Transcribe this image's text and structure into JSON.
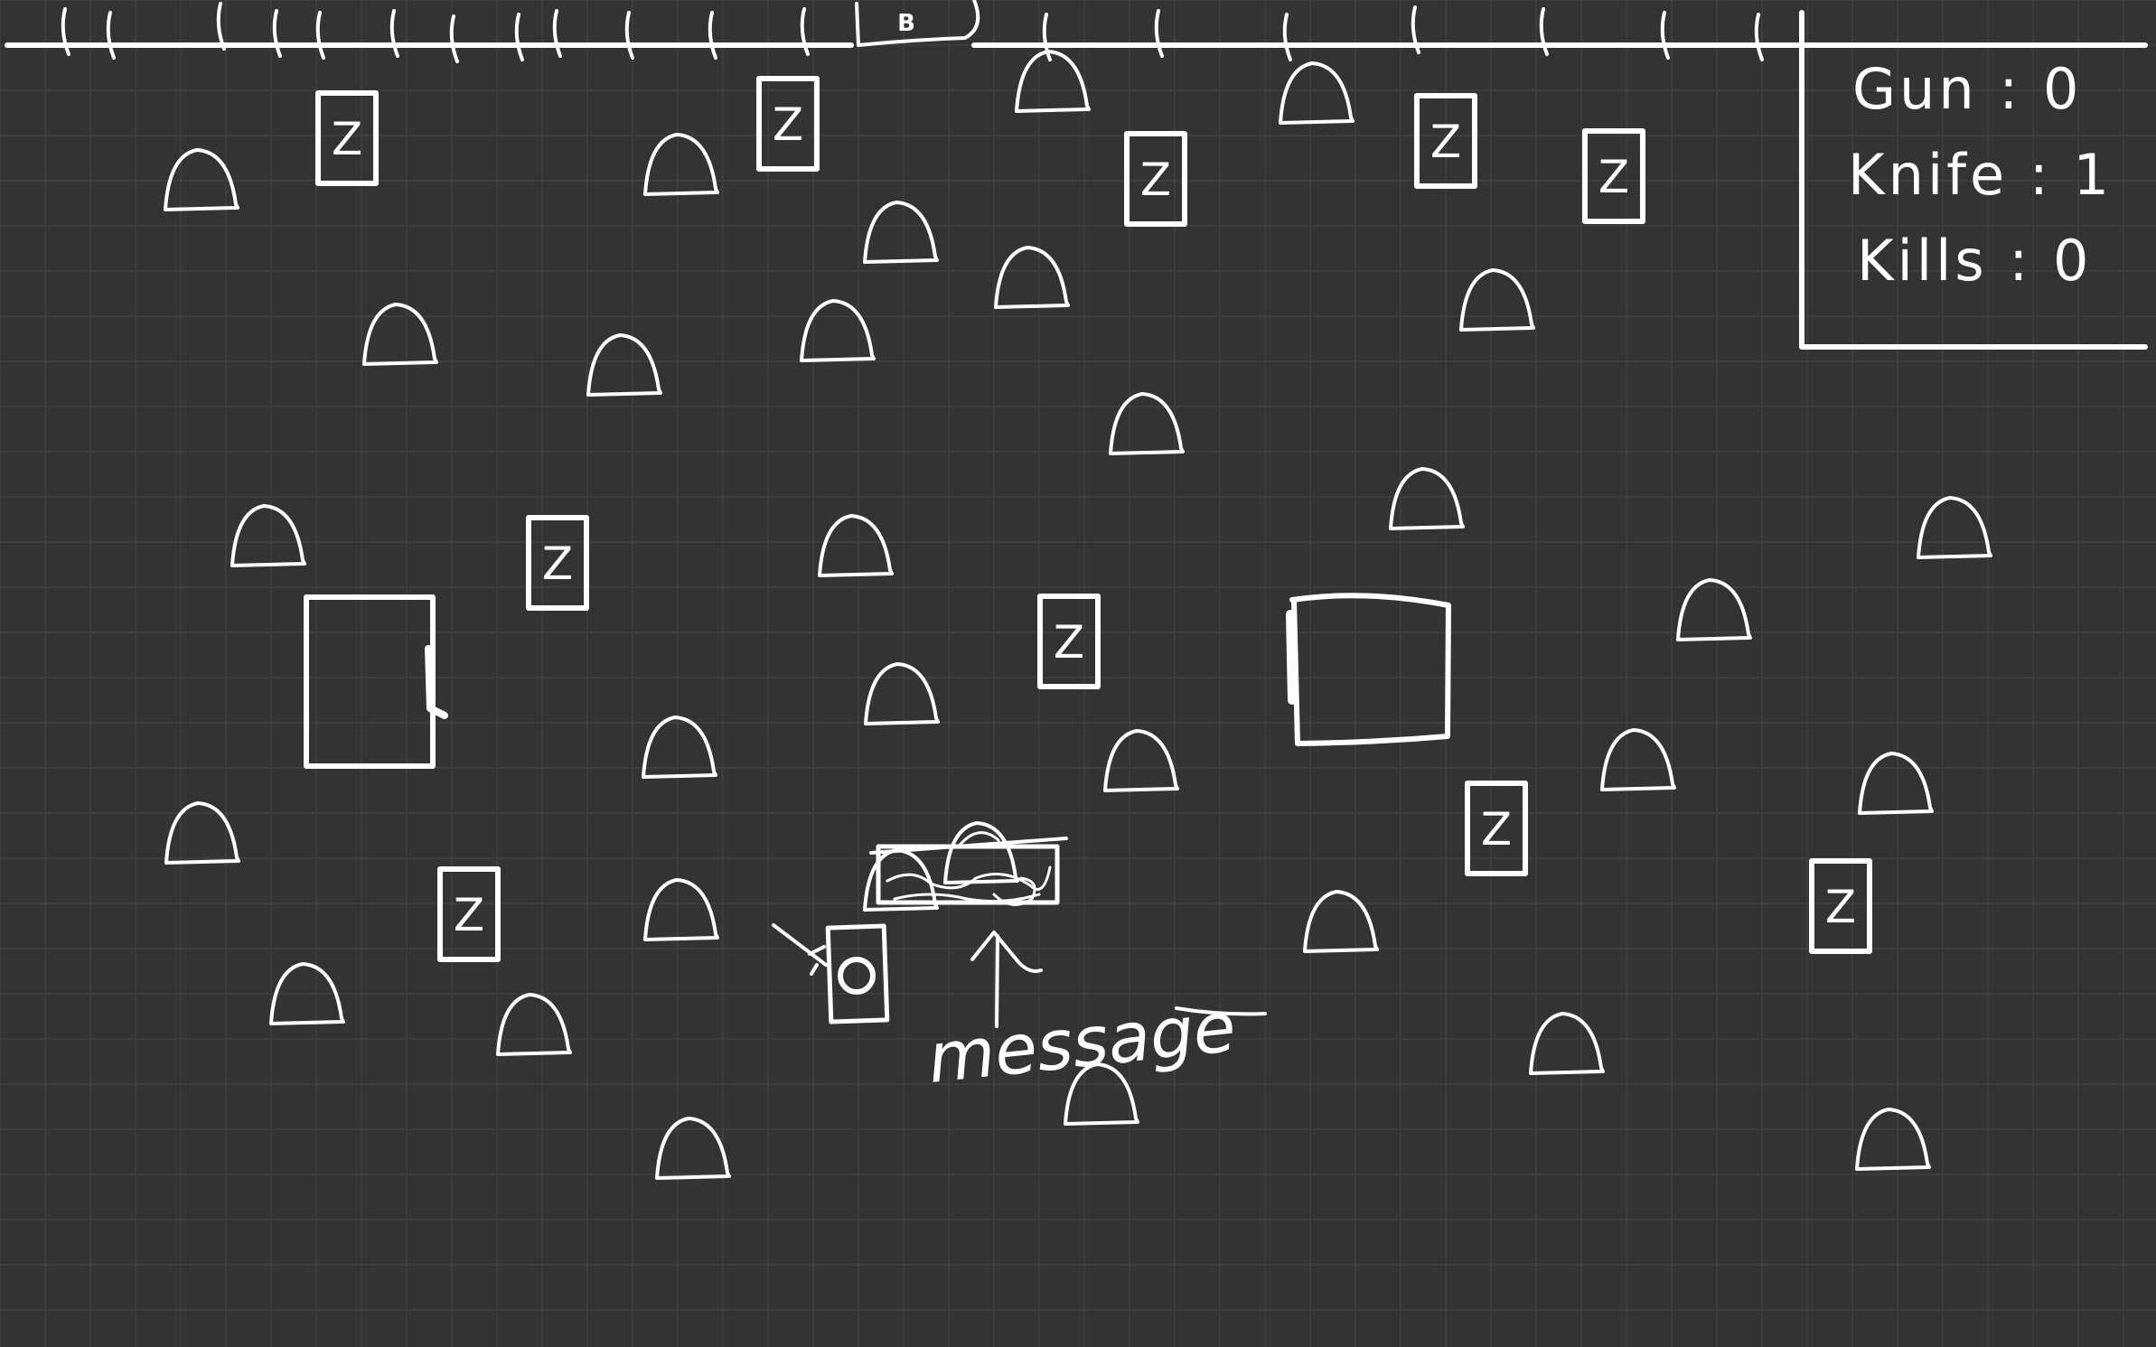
{
  "hud": {
    "gun_label": "Gun",
    "gun_value": "0",
    "knife_label": "Knife",
    "knife_value": "1",
    "kills_label": "Kills",
    "kills_value": "0"
  },
  "top_bar": {
    "item_label": "B"
  },
  "zombie_label": "Z",
  "annotation": {
    "text": "message"
  },
  "colors": {
    "background": "#333333",
    "grid": "#3d3d3d",
    "ink": "#ffffff"
  },
  "icons": {
    "player": "player-icon",
    "zombie": "zombie-card-icon",
    "tombstone": "tombstone-icon",
    "building": "building-icon",
    "arrow": "arrow-up-icon"
  }
}
